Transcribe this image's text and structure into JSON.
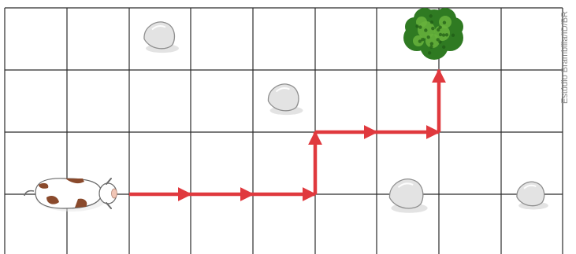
{
  "credit": "Estúdio Brambilla/ID/BR",
  "grid": {
    "columns": 9,
    "rows": 4
  },
  "colors": {
    "grid_line": "#2b2b2b",
    "arrow": "#e0393e",
    "rock_fill": "#e3e3e3",
    "rock_outline": "#8e8e8e",
    "tree_dark": "#2f7a22",
    "tree_light": "#67b33c",
    "cow_patch": "#8a4a2c"
  },
  "objects": [
    {
      "type": "cow-icon",
      "cell": [
        0,
        3
      ]
    },
    {
      "type": "rock-icon",
      "cell": [
        2,
        0
      ]
    },
    {
      "type": "rock-icon",
      "cell": [
        4,
        1
      ]
    },
    {
      "type": "rock-icon",
      "cell": [
        6,
        3
      ]
    },
    {
      "type": "rock-icon",
      "cell": [
        8,
        3
      ]
    },
    {
      "type": "bush-icon",
      "cell": [
        6,
        0
      ]
    }
  ],
  "path": {
    "moves": [
      "right",
      "right",
      "right",
      "up",
      "right",
      "right",
      "up"
    ]
  }
}
